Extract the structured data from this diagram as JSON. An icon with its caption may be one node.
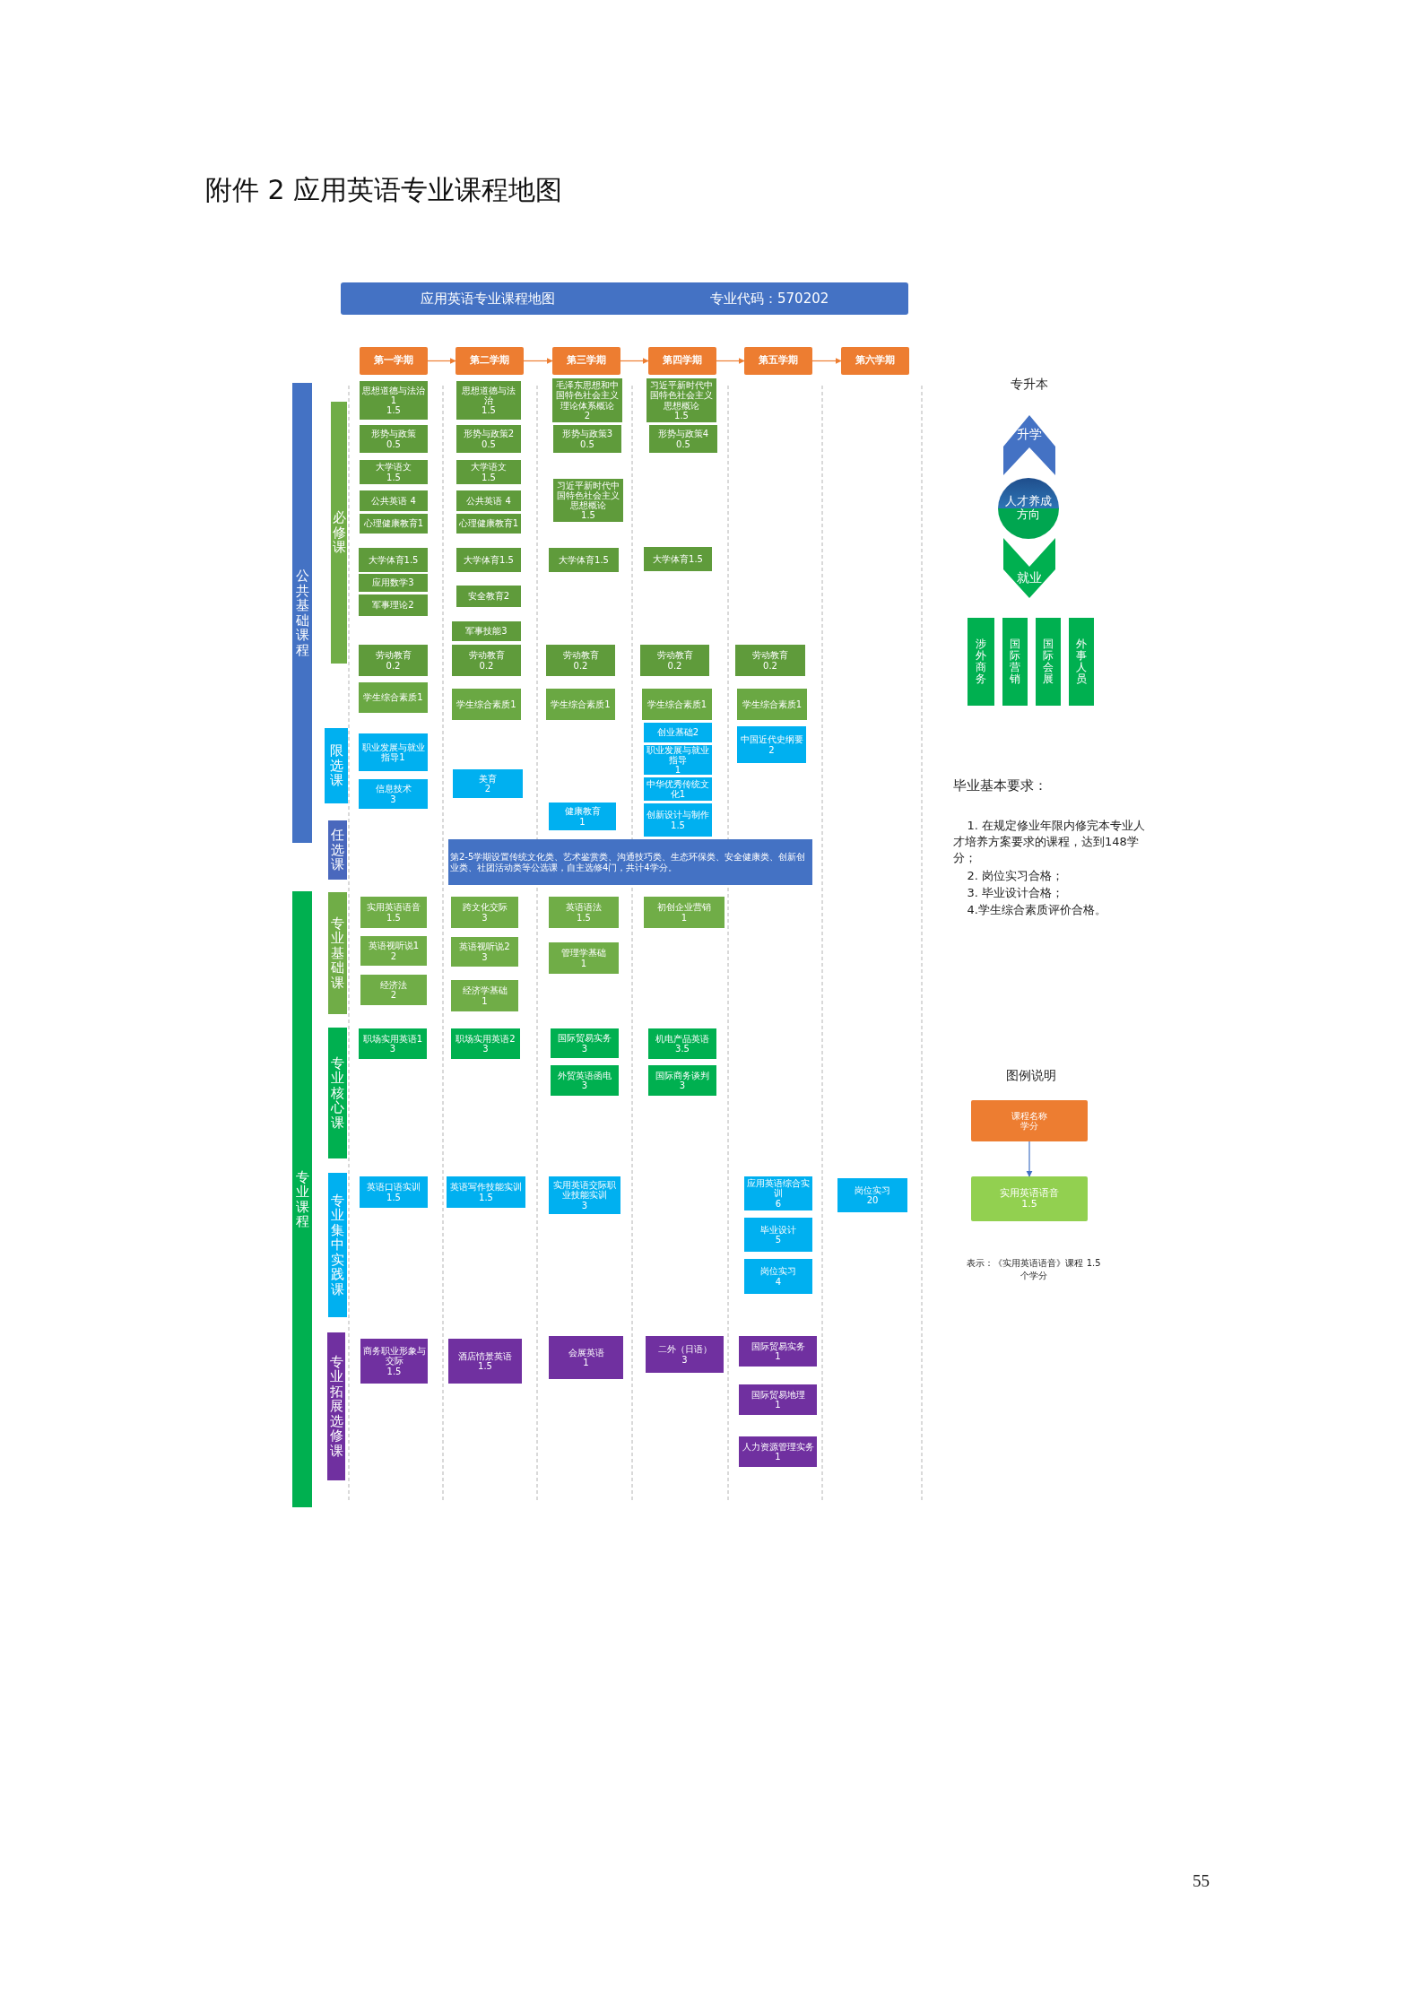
{
  "diagram": {
    "title": "附件 2 应用英语专业课程地图",
    "nodes": [
      {
        "text": [
          "应用英语专业课程地图",
          "专业代码：570202"
        ]
      },
      {
        "text": [
          "第一学期"
        ]
      },
      {
        "text": [
          "第二学期"
        ]
      },
      {
        "text": [
          "第三学期"
        ]
      },
      {
        "text": [
          "第四学期"
        ]
      },
      {
        "text": [
          "第五学期"
        ]
      },
      {
        "text": [
          "第六学期"
        ]
      },
      {
        "text": [
          "公共基础课程"
        ]
      },
      {
        "text": [
          "必修课"
        ]
      },
      {
        "text": [
          "限选课"
        ]
      },
      {
        "text": [
          "任选课"
        ]
      },
      {
        "text": [
          "专业课程"
        ]
      },
      {
        "text": [
          "专业基础课"
        ]
      },
      {
        "text": [
          "专业核心课"
        ]
      },
      {
        "text": [
          "专业集中实践课"
        ]
      },
      {
        "text": [
          "专业拓展选修课"
        ]
      },
      {
        "text": [
          "思想道德与法治1",
          "1.5"
        ]
      },
      {
        "text": [
          "形势与政策",
          "0.5"
        ]
      },
      {
        "text": [
          "大学语文",
          "1.5"
        ]
      },
      {
        "text": [
          "公共英语 4"
        ]
      },
      {
        "text": [
          "心理健康教育1"
        ]
      },
      {
        "text": [
          "大学体育1.5"
        ]
      },
      {
        "text": [
          "应用数学3"
        ]
      },
      {
        "text": [
          "军事理论2"
        ]
      },
      {
        "text": [
          "思想道德与法治",
          "1.5"
        ]
      },
      {
        "text": [
          "形势与政策2",
          "0.5"
        ]
      },
      {
        "text": [
          "大学语文",
          "1.5"
        ]
      },
      {
        "text": [
          "公共英语 4"
        ]
      },
      {
        "text": [
          "心理健康教育1"
        ]
      },
      {
        "text": [
          "大学体育1.5"
        ]
      },
      {
        "text": [
          "安全教育2"
        ]
      },
      {
        "text": [
          "军事技能3"
        ]
      },
      {
        "text": [
          "毛泽东思想和中国特色社会主义理论体系概论",
          "2"
        ]
      },
      {
        "text": [
          "形势与政策3",
          "0.5"
        ]
      },
      {
        "text": [
          "习近平新时代中国特色社会主义思想概论",
          "1.5"
        ]
      },
      {
        "text": [
          "大学体育1.5"
        ]
      },
      {
        "text": [
          "习近平新时代中国特色社会主义思想概论",
          "1.5"
        ]
      },
      {
        "text": [
          "形势与政策4",
          "0.5"
        ]
      },
      {
        "text": [
          "大学体育1.5"
        ]
      },
      {
        "text": [
          "劳动教育",
          "0.2"
        ]
      },
      {
        "text": [
          "劳动教育",
          "0.2"
        ]
      },
      {
        "text": [
          "劳动教育",
          "0.2"
        ]
      },
      {
        "text": [
          "劳动教育",
          "0.2"
        ]
      },
      {
        "text": [
          "劳动教育",
          "0.2"
        ]
      },
      {
        "text": [
          "学生综合素质1"
        ]
      },
      {
        "text": [
          "学生综合素质1"
        ]
      },
      {
        "text": [
          "学生综合素质1"
        ]
      },
      {
        "text": [
          "学生综合素质1"
        ]
      },
      {
        "text": [
          "学生综合素质1"
        ]
      },
      {
        "text": [
          "职业发展与就业指导1"
        ]
      },
      {
        "text": [
          "信息技术",
          "3"
        ]
      },
      {
        "text": [
          "美育",
          "2"
        ]
      },
      {
        "text": [
          "健康教育",
          "1"
        ]
      },
      {
        "text": [
          "创业基础2"
        ]
      },
      {
        "text": [
          "职业发展与就业指导",
          "1"
        ]
      },
      {
        "text": [
          "中华优秀传统文化1"
        ]
      },
      {
        "text": [
          "创新设计与制作",
          "1.5"
        ]
      },
      {
        "text": [
          "中国近代史纲要",
          "2"
        ]
      },
      {
        "text": [
          "第2-5学期设置传统文化类、艺术鉴赏类、沟通技巧类、生态环保类、安全健康类、创新创业类、社团活动类等公选课，自主选修4门，共计4学分。"
        ]
      },
      {
        "text": [
          "实用英语语音",
          "1.5"
        ]
      },
      {
        "text": [
          "英语视听说1",
          "2"
        ]
      },
      {
        "text": [
          "经济法",
          "2"
        ]
      },
      {
        "text": [
          "跨文化交际",
          "3"
        ]
      },
      {
        "text": [
          "英语视听说2",
          "3"
        ]
      },
      {
        "text": [
          "经济学基础",
          "1"
        ]
      },
      {
        "text": [
          "英语语法",
          "1.5"
        ]
      },
      {
        "text": [
          "管理学基础",
          "1"
        ]
      },
      {
        "text": [
          "初创企业营销",
          "1"
        ]
      },
      {
        "text": [
          "职场实用英语1",
          "3"
        ]
      },
      {
        "text": [
          "职场实用英语2",
          "3"
        ]
      },
      {
        "text": [
          "国际贸易实务",
          "3"
        ]
      },
      {
        "text": [
          "外贸英语函电",
          "3"
        ]
      },
      {
        "text": [
          "机电产品英语",
          "3.5"
        ]
      },
      {
        "text": [
          "国际商务谈判",
          "3"
        ]
      },
      {
        "text": [
          "英语口语实训",
          "1.5"
        ]
      },
      {
        "text": [
          "英语写作技能实训",
          "1.5"
        ]
      },
      {
        "text": [
          "实用英语交际职业技能实训",
          "3"
        ]
      },
      {
        "text": [
          "应用英语综合实训",
          "6"
        ]
      },
      {
        "text": [
          "毕业设计",
          "5"
        ]
      },
      {
        "text": [
          "岗位实习",
          "4"
        ]
      },
      {
        "text": [
          "岗位实习",
          "20"
        ]
      },
      {
        "text": [
          "商务职业形象与交际",
          "1.5"
        ]
      },
      {
        "text": [
          "酒店情景英语",
          "1.5"
        ]
      },
      {
        "text": [
          "会展英语",
          "1"
        ]
      },
      {
        "text": [
          "二外（日语）",
          "3"
        ]
      },
      {
        "text": [
          "国际贸易实务",
          "1"
        ]
      },
      {
        "text": [
          "国际贸易地理",
          "1"
        ]
      },
      {
        "text": [
          "人力资源管理实务",
          "1"
        ]
      },
      {
        "text": [
          "升学"
        ],
        "beside": [
          "专升本"
        ]
      },
      {
        "text": [
          "人才养成方向"
        ]
      },
      {
        "text": [
          "就业"
        ]
      },
      {
        "text": [
          "涉外商务"
        ]
      },
      {
        "text": [
          "国际营销"
        ]
      },
      {
        "text": [
          "国际会展"
        ]
      },
      {
        "text": [
          "外事人员"
        ]
      },
      {
        "text": [
          "课程名称",
          "学分"
        ]
      },
      {
        "text": [
          "实用英语语音",
          "1.5"
        ]
      }
    ],
    "edges": [
      {
        "from": 1,
        "to": 2,
        "arrow": "to"
      },
      {
        "from": 2,
        "to": 3,
        "arrow": "to"
      },
      {
        "from": 3,
        "to": 4,
        "arrow": "to"
      },
      {
        "from": 4,
        "to": 5,
        "arrow": "to"
      },
      {
        "from": 5,
        "to": 6,
        "arrow": "to"
      },
      {
        "from": 95,
        "to": 96,
        "arrow": "to",
        "color": "#4472c4"
      }
    ],
    "labels": [
      "毕业基本要求：",
      "1. 在规定修业年限内修完本专业人才培养方案要求的课程，达到148学分；",
      "2. 岗位实习合格；",
      "3. 毕业设计合格；",
      "4.学生综合素质评价合格。",
      "图例说明",
      "表示：《实用英语语音》课程 1.5个学分",
      "55"
    ]
  }
}
